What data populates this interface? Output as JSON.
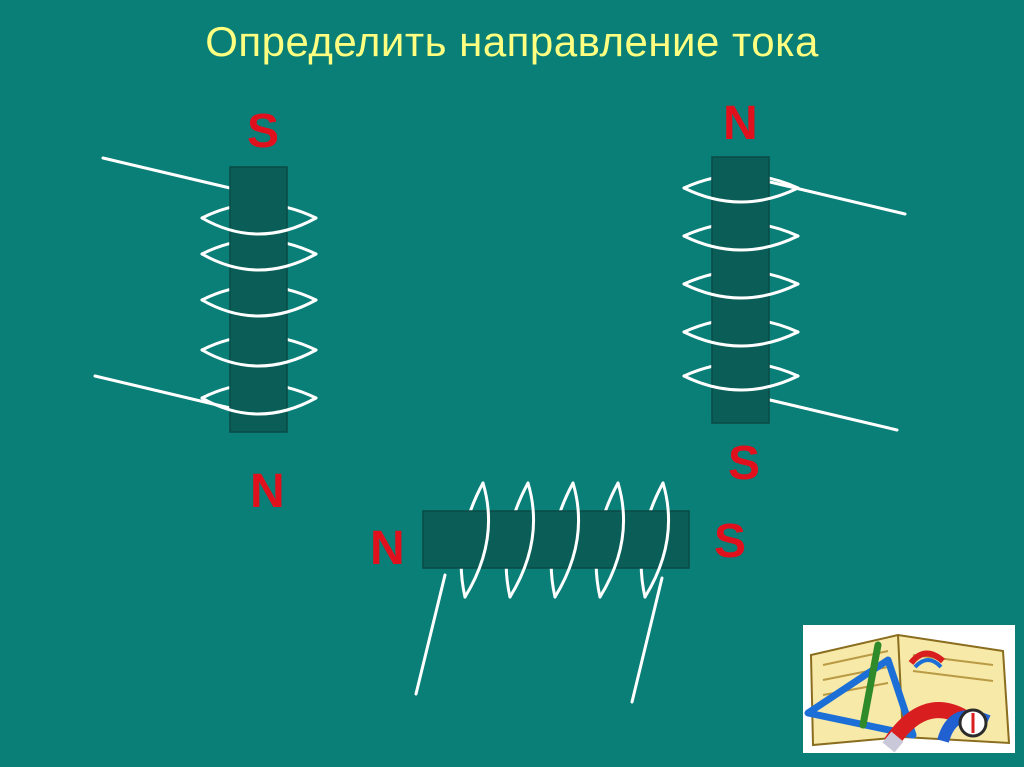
{
  "slide": {
    "title": "Определить направление тока"
  },
  "poles": {
    "coil1_top": "S",
    "coil1_bottom": "N",
    "coil2_top": "N",
    "coil2_bottom": "S",
    "coil3_left": "N",
    "coil3_right": "S"
  },
  "colors": {
    "background": "#097f78",
    "title": "#ffff80",
    "pole_letters": "#e0101c",
    "core": "#0b5e58",
    "wire": "#ffffff"
  },
  "clipart": {
    "icon": "magnet-books-clipart-icon"
  }
}
